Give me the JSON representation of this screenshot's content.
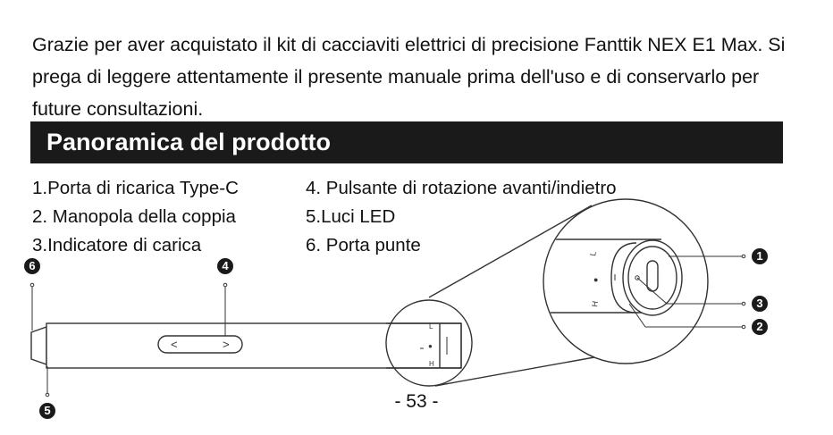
{
  "intro": {
    "text": "Grazie per aver acquistato il kit di cacciaviti elettrici di precisione Fanttik NEX E1 Max. Si prega di leggere attentamente il presente manuale prima dell'uso e di conservarlo per future consultazioni."
  },
  "section": {
    "title": "Panoramica del prodotto"
  },
  "features": {
    "col1": [
      "1.Porta di ricarica Type-C",
      "2. Manopola della coppia",
      "3.Indicatore di carica"
    ],
    "col2": [
      "4. Pulsante di rotazione avanti/indietro",
      "5.Luci LED",
      "6. Porta punte"
    ]
  },
  "callouts": {
    "c1": "1",
    "c2": "2",
    "c3": "3",
    "c4": "4",
    "c5": "5",
    "c6": "6"
  },
  "diagram": {
    "button_left_arrow": "<",
    "button_right_arrow": ">",
    "scale_marks": {
      "top": "L",
      "middle": "●",
      "bottom": "H"
    }
  },
  "footer": {
    "page_number": "- 53 -"
  },
  "colors": {
    "text": "#111111",
    "bar": "#1a1a1a",
    "bar_text": "#ffffff",
    "line": "#333333"
  }
}
